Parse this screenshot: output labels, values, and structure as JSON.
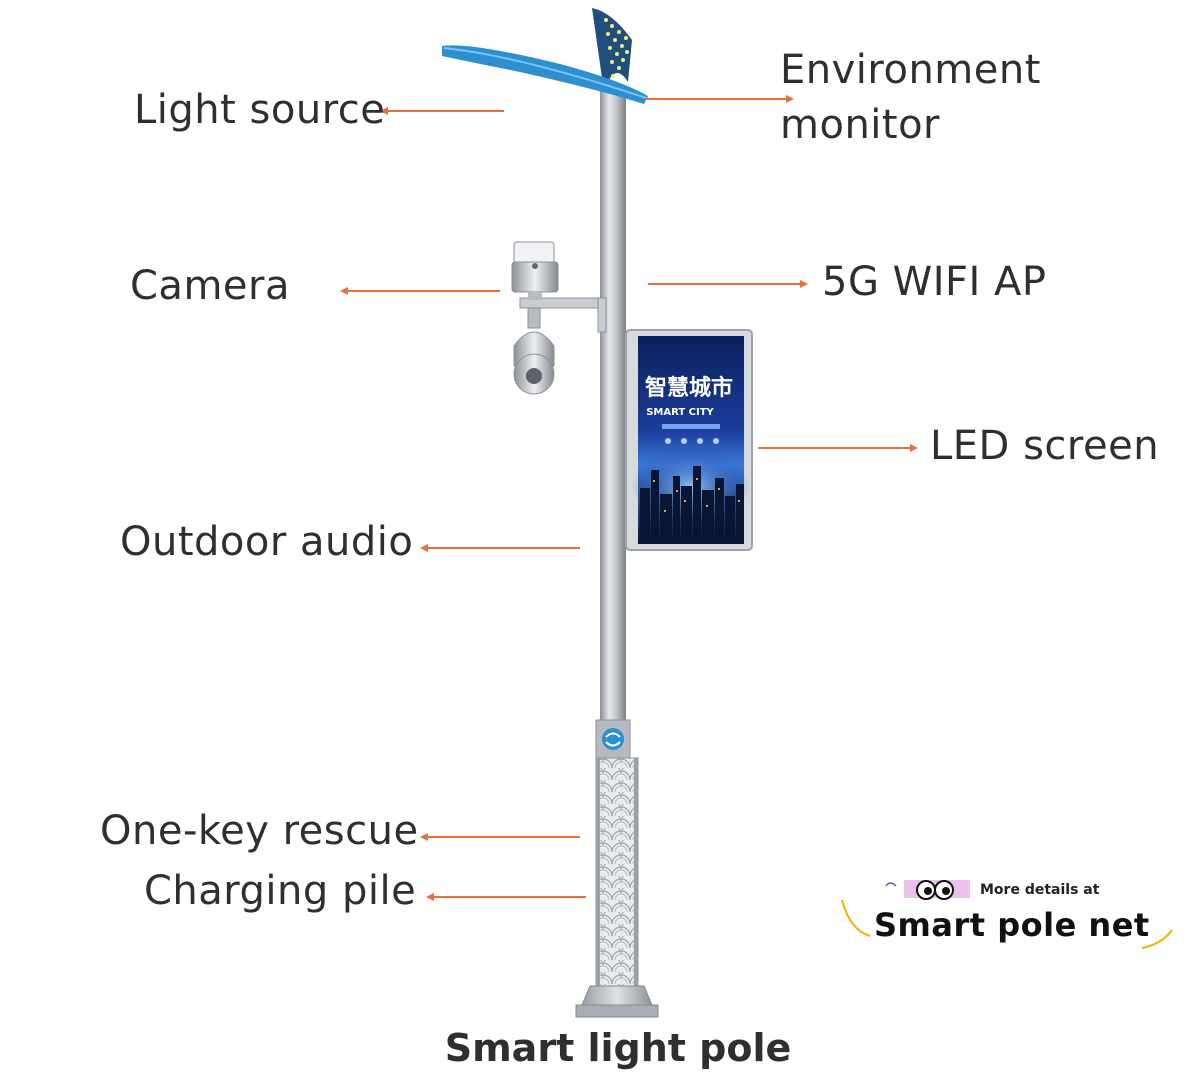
{
  "labels": {
    "light_source": "Light source",
    "environment_monitor_line1": "Environment",
    "environment_monitor_line2": "monitor",
    "camera": "Camera",
    "wifi_ap": "5G WIFI AP",
    "led_screen": "LED screen",
    "outdoor_audio": "Outdoor audio",
    "one_key_rescue": "One-key rescue",
    "charging_pile": "Charging pile"
  },
  "caption": "Smart light pole",
  "screen": {
    "title_cn": "智慧城市",
    "title_en": "SMART CITY"
  },
  "watermark": {
    "sub": "More details at",
    "main": "Smart pole net"
  },
  "colors": {
    "arrow": "#e8703a",
    "lamp_blue": "#2e8fd0",
    "pole_gray": "#a9adb2",
    "text": "#2f2f2f"
  }
}
